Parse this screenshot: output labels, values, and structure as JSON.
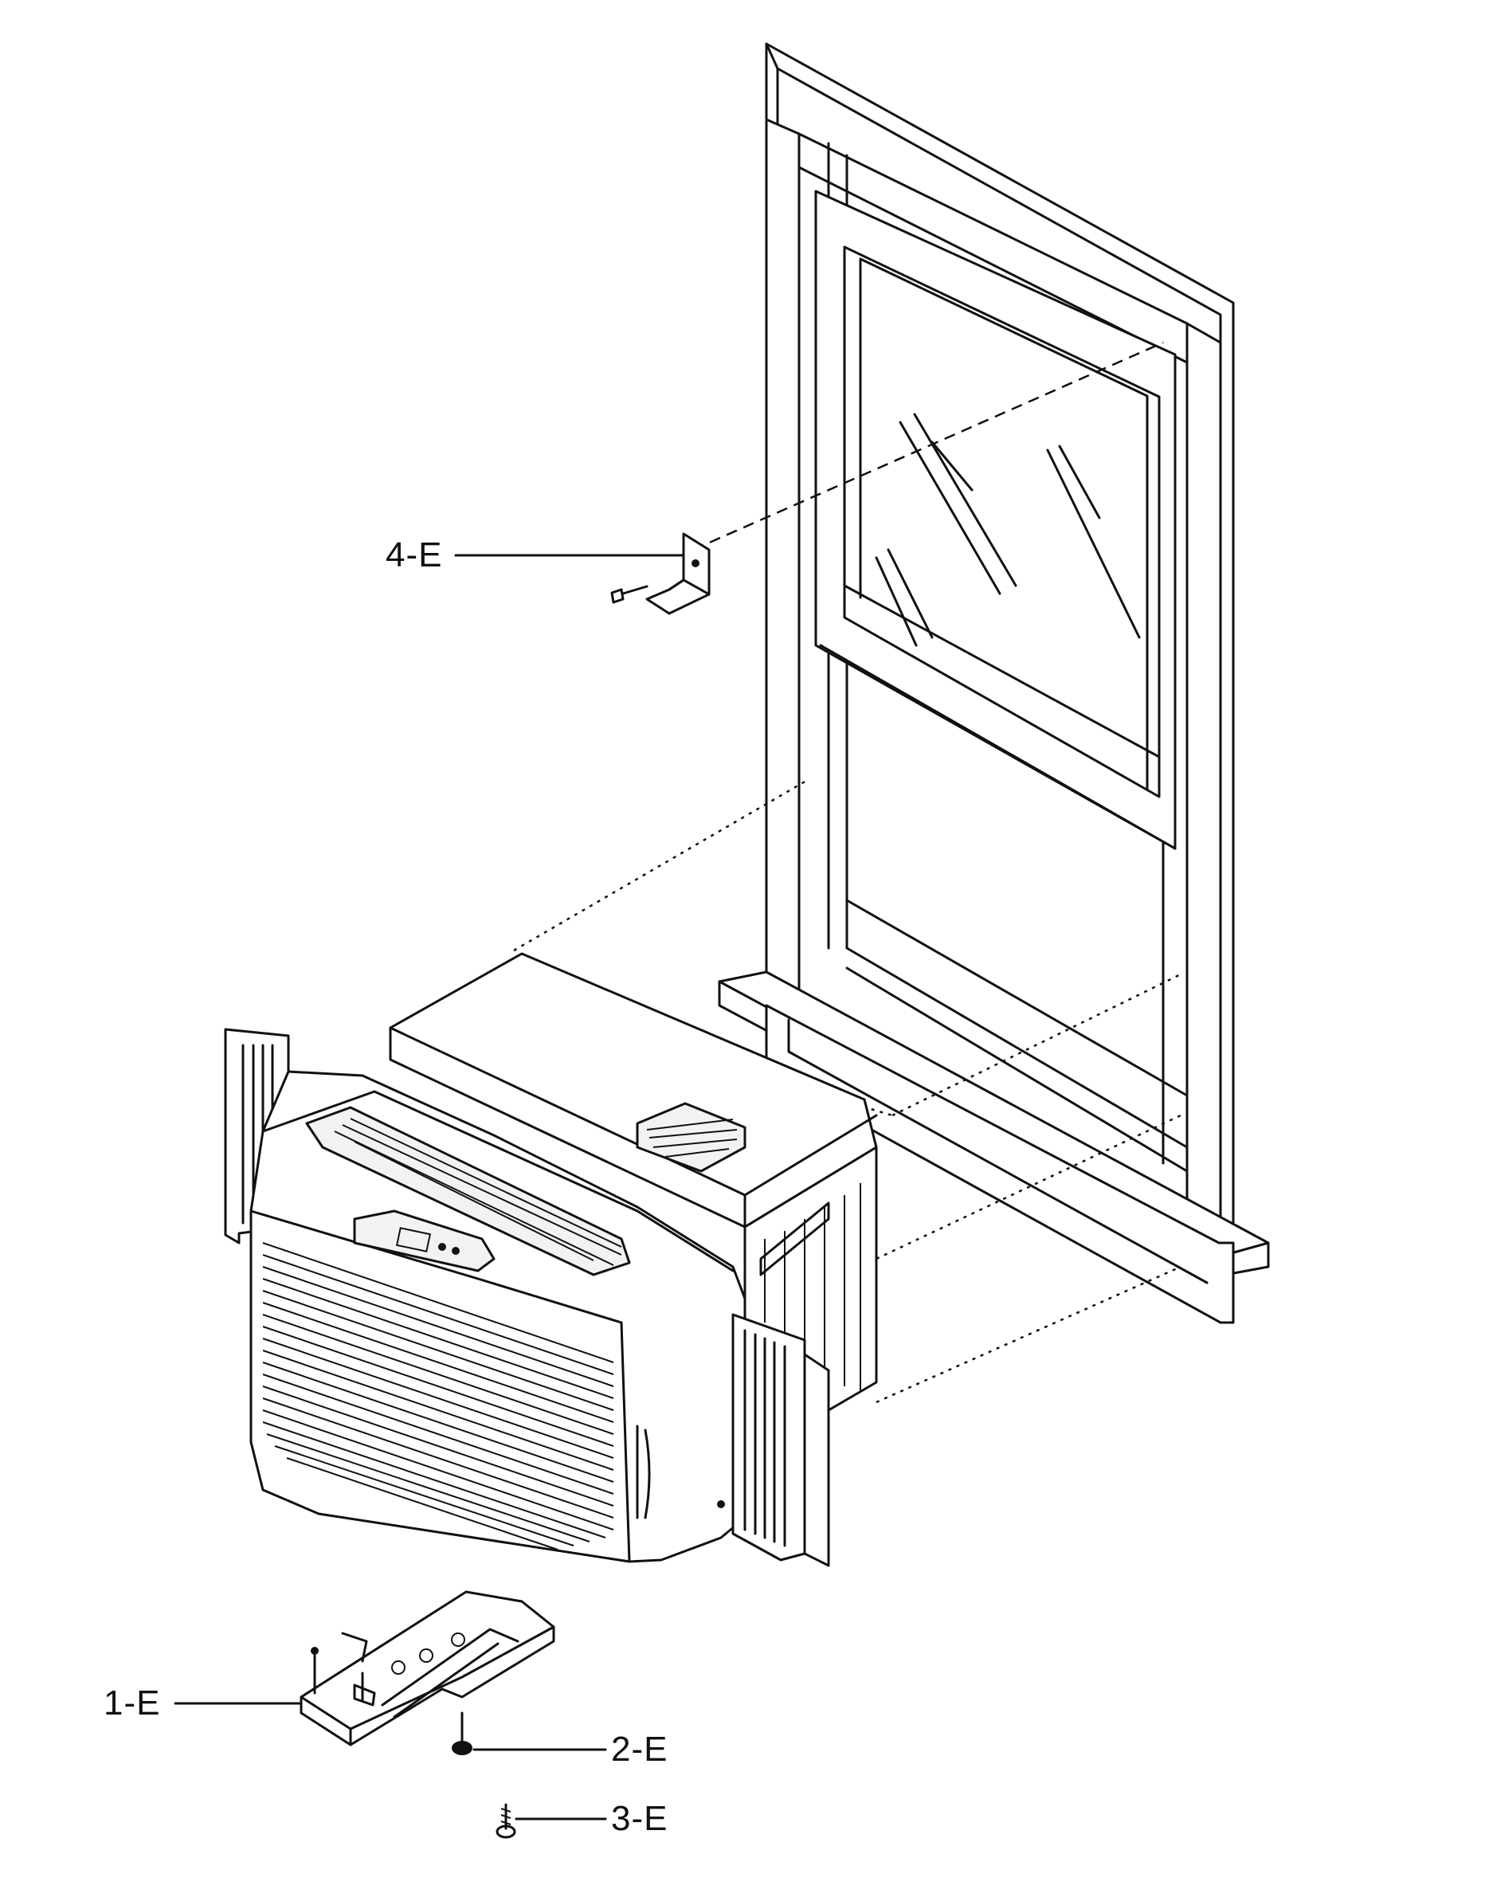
{
  "parts": [
    {
      "id": "1-E",
      "label": "1-E",
      "icon": "mounting-bracket-icon"
    },
    {
      "id": "2-E",
      "label": "2-E",
      "icon": "rubber-foot-icon"
    },
    {
      "id": "3-E",
      "label": "3-E",
      "icon": "screw-icon"
    },
    {
      "id": "4-E",
      "label": "4-E",
      "icon": "angle-bracket-icon"
    }
  ],
  "figure": {
    "subject_icons": [
      "window-frame-icon",
      "air-conditioner-icon"
    ],
    "line_color": "#111111",
    "background_color": "#ffffff"
  }
}
